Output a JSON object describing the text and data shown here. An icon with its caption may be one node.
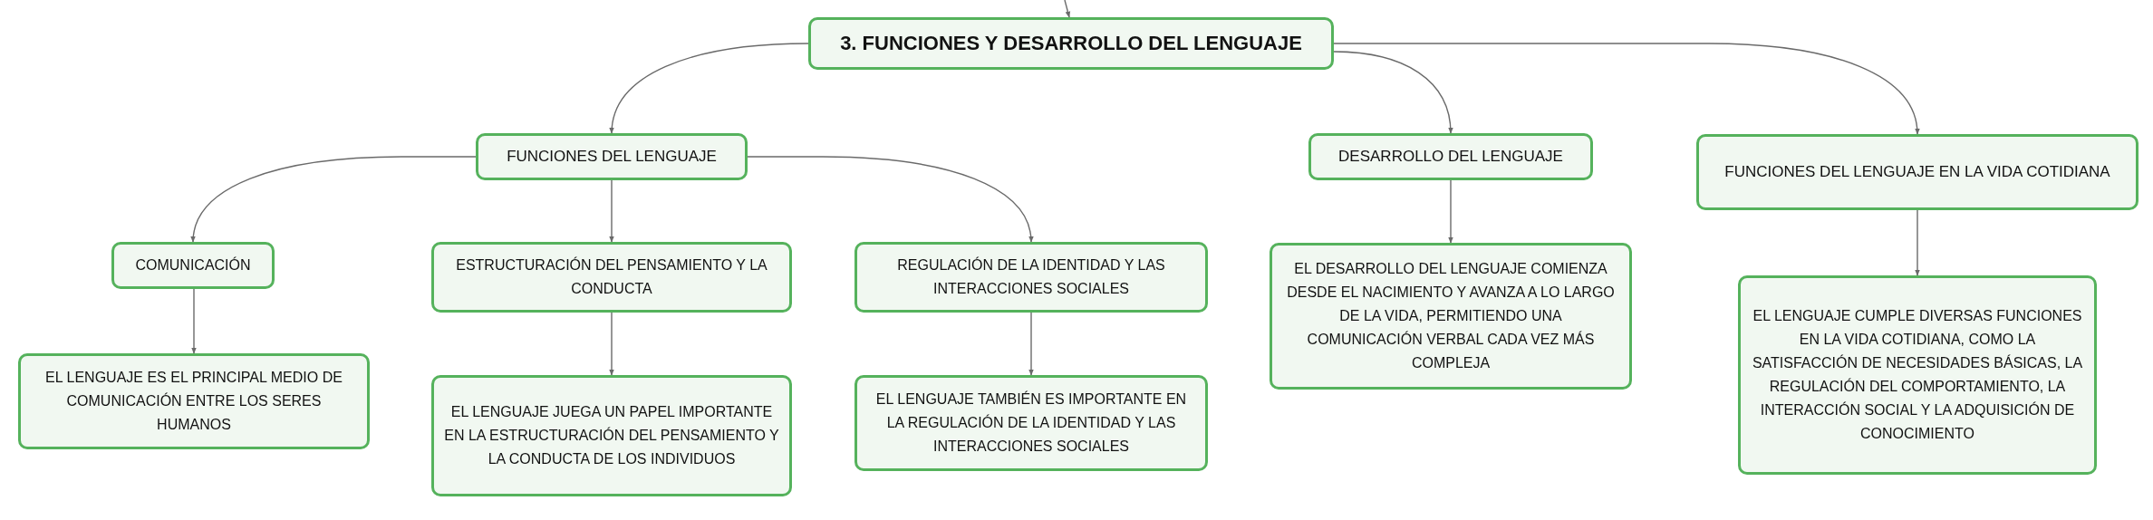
{
  "diagram": {
    "nodes": [
      {
        "text": [
          "3. FUNCIONES Y DESARROLLO DEL LENGUAJE"
        ]
      },
      {
        "text": [
          "FUNCIONES DEL LENGUAJE"
        ]
      },
      {
        "text": [
          "DESARROLLO DEL LENGUAJE"
        ]
      },
      {
        "text": [
          "FUNCIONES DEL LENGUAJE EN LA VIDA COTIDIANA"
        ]
      },
      {
        "text": [
          "COMUNICACIÓN"
        ]
      },
      {
        "text": [
          "ESTRUCTURACIÓN DEL PENSAMIENTO Y LA CONDUCTA"
        ]
      },
      {
        "text": [
          "REGULACIÓN DE LA IDENTIDAD Y LAS INTERACCIONES SOCIALES"
        ]
      },
      {
        "text": [
          "EL DESARROLLO DEL LENGUAJE COMIENZA DESDE EL NACIMIENTO Y AVANZA A LO LARGO DE LA VIDA, PERMITIENDO UNA COMUNICACIÓN VERBAL CADA VEZ MÁS COMPLEJA"
        ]
      },
      {
        "text": [
          "EL LENGUAJE CUMPLE DIVERSAS FUNCIONES EN LA VIDA COTIDIANA, COMO LA SATISFACCIÓN DE NECESIDADES BÁSICAS, LA REGULACIÓN DEL COMPORTAMIENTO, LA INTERACCIÓN SOCIAL Y LA ADQUISICIÓN DE CONOCIMIENTO"
        ]
      },
      {
        "text": [
          "EL LENGUAJE ES EL PRINCIPAL MEDIO DE COMUNICACIÓN ENTRE LOS SERES HUMANOS"
        ]
      },
      {
        "text": [
          "EL LENGUAJE JUEGA UN PAPEL IMPORTANTE EN LA ESTRUCTURACIÓN DEL PENSAMIENTO Y LA CONDUCTA DE LOS INDIVIDUOS"
        ]
      },
      {
        "text": [
          "EL LENGUAJE TAMBIÉN ES IMPORTANTE EN LA REGULACIÓN DE LA IDENTIDAD Y LAS INTERACCIONES SOCIALES"
        ]
      }
    ],
    "edges": [
      {
        "from": null,
        "to": 0,
        "arrow": "to"
      },
      {
        "from": 0,
        "to": 1,
        "arrow": "to"
      },
      {
        "from": 0,
        "to": 2,
        "arrow": "to"
      },
      {
        "from": 0,
        "to": 3,
        "arrow": "to"
      },
      {
        "from": 1,
        "to": 4,
        "arrow": "to"
      },
      {
        "from": 1,
        "to": 5,
        "arrow": "to"
      },
      {
        "from": 1,
        "to": 6,
        "arrow": "to"
      },
      {
        "from": 2,
        "to": 7,
        "arrow": "to"
      },
      {
        "from": 3,
        "to": 8,
        "arrow": "to"
      },
      {
        "from": 4,
        "to": 9,
        "arrow": "to"
      },
      {
        "from": 5,
        "to": 10,
        "arrow": "to"
      },
      {
        "from": 6,
        "to": 11,
        "arrow": "to"
      }
    ]
  }
}
